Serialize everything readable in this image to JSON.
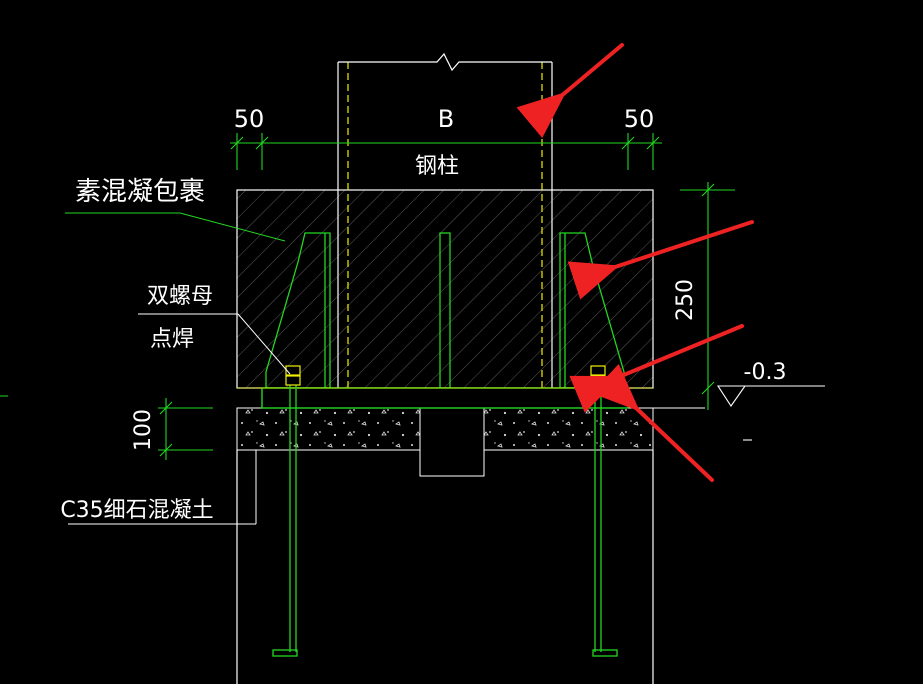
{
  "drawing": {
    "labels": {
      "column_width": "B",
      "left_offset": "50",
      "right_offset": "50",
      "steel_column": "钢柱",
      "concrete_wrap": "素混凝包裹",
      "double_nut_line1": "双螺母",
      "double_nut_line2": "点焊",
      "height_250": "250",
      "elevation": "-0.3",
      "height_100": "100",
      "grout": "C35细石混凝土"
    },
    "colors": {
      "background": "#000000",
      "line_white": "#ffffff",
      "line_green": "#22d822",
      "line_yellow": "#f0f000",
      "arrow_red": "#ee2222",
      "hatch": "#8a8a8a"
    }
  }
}
